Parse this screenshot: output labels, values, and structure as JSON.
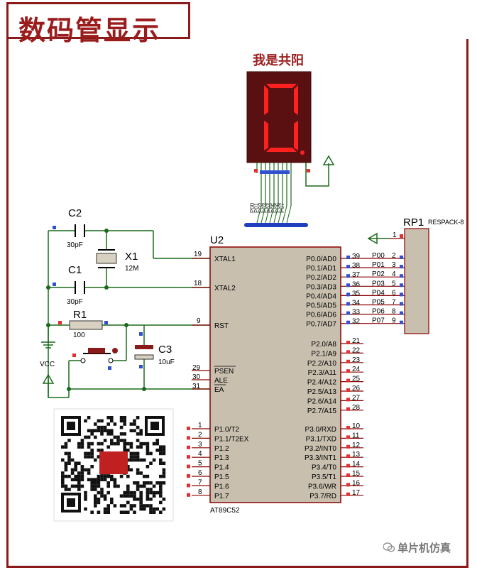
{
  "title": "数码管显示",
  "display": {
    "label": "我是共阳",
    "digit": "0"
  },
  "chip": {
    "ref": "U2",
    "part": "AT89C52",
    "left_pins": [
      {
        "num": "19",
        "name": "XTAL1"
      },
      {
        "num": "18",
        "name": "XTAL2"
      },
      {
        "num": "9",
        "name": "RST"
      },
      {
        "num": "29",
        "name": "PSEN"
      },
      {
        "num": "30",
        "name": "ALE"
      },
      {
        "num": "31",
        "name": "EA"
      },
      {
        "num": "1",
        "name": "P1.0/T2"
      },
      {
        "num": "2",
        "name": "P1.1/T2EX"
      },
      {
        "num": "3",
        "name": "P1.2"
      },
      {
        "num": "4",
        "name": "P1.3"
      },
      {
        "num": "5",
        "name": "P1.4"
      },
      {
        "num": "6",
        "name": "P1.5"
      },
      {
        "num": "7",
        "name": "P1.6"
      },
      {
        "num": "8",
        "name": "P1.7"
      }
    ],
    "right_pins_p0": [
      {
        "num": "39",
        "name": "P0.0/AD0",
        "net": "P00",
        "rp": "2"
      },
      {
        "num": "38",
        "name": "P0.1/AD1",
        "net": "P01",
        "rp": "3"
      },
      {
        "num": "37",
        "name": "P0.2/AD2",
        "net": "P02",
        "rp": "4"
      },
      {
        "num": "36",
        "name": "P0.3/AD3",
        "net": "P03",
        "rp": "5"
      },
      {
        "num": "35",
        "name": "P0.4/AD4",
        "net": "P04",
        "rp": "6"
      },
      {
        "num": "34",
        "name": "P0.5/AD5",
        "net": "P05",
        "rp": "7"
      },
      {
        "num": "33",
        "name": "P0.6/AD6",
        "net": "P06",
        "rp": "8"
      },
      {
        "num": "32",
        "name": "P0.7/AD7",
        "net": "P07",
        "rp": "9"
      }
    ],
    "right_pins_p2": [
      {
        "num": "21",
        "name": "P2.0/A8"
      },
      {
        "num": "22",
        "name": "P2.1/A9"
      },
      {
        "num": "23",
        "name": "P2.2/A10"
      },
      {
        "num": "24",
        "name": "P2.3/A11"
      },
      {
        "num": "25",
        "name": "P2.4/A12"
      },
      {
        "num": "26",
        "name": "P2.5/A13"
      },
      {
        "num": "27",
        "name": "P2.6/A14"
      },
      {
        "num": "28",
        "name": "P2.7/A15"
      }
    ],
    "right_pins_p3": [
      {
        "num": "10",
        "name": "P3.0/RXD"
      },
      {
        "num": "11",
        "name": "P3.1/TXD"
      },
      {
        "num": "12",
        "name": "P3.2/INT0"
      },
      {
        "num": "13",
        "name": "P3.3/INT1"
      },
      {
        "num": "14",
        "name": "P3.4/T0"
      },
      {
        "num": "15",
        "name": "P3.5/T1"
      },
      {
        "num": "16",
        "name": "P3.6/WR"
      },
      {
        "num": "17",
        "name": "P3.7/RD"
      }
    ]
  },
  "components": {
    "c2": {
      "ref": "C2",
      "value": "30pF"
    },
    "c1": {
      "ref": "C1",
      "value": "30pF"
    },
    "x1": {
      "ref": "X1",
      "value": "12M"
    },
    "r1": {
      "ref": "R1",
      "value": "100"
    },
    "c3": {
      "ref": "C3",
      "value": "10uF"
    },
    "vcc": "VCC",
    "rp1": {
      "ref": "RP1",
      "part": "RESPACK-8",
      "pin1": "1"
    },
    "seg_pins": [
      "P00",
      "P01",
      "P02",
      "P03",
      "P04",
      "P05",
      "P06",
      "P07"
    ]
  },
  "watermark": "单片机仿真",
  "colors": {
    "frame": "#8b1a1a",
    "wire": "#1a7a1a",
    "body": "#c8bfae",
    "pin": "#8b0000",
    "segment_on": "#ff1a1a",
    "display_bg": "#5a1010"
  }
}
